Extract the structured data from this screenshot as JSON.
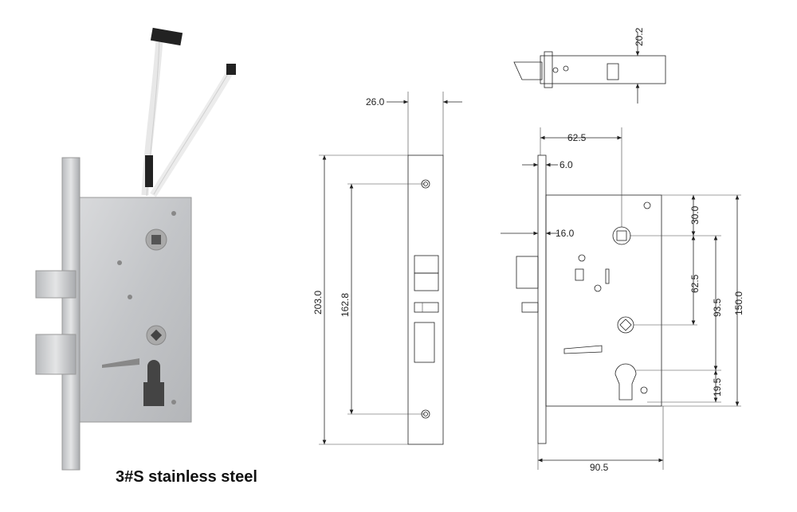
{
  "caption": "3#S stainless steel",
  "front_view": {
    "width": "26.0",
    "height": "203.0",
    "screw_spacing": "162.8"
  },
  "top_view": {
    "thickness": "20.2"
  },
  "side_view": {
    "backset": "62.5",
    "faceplate_thickness": "6.0",
    "latch_offset": "16.0",
    "top_to_spindle": "30.0",
    "spindle_to_square": "62.5",
    "spindle_to_cylinder": "93.5",
    "body_height": "150.0",
    "cylinder_to_screw": "19.5",
    "body_depth": "90.5"
  }
}
